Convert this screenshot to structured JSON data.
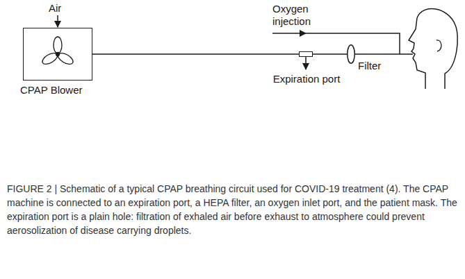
{
  "diagram": {
    "caption": "FIGURE 2 | Schematic of a typical CPAP breathing circuit used for COVID-19 treatment (4). The CPAP machine is connected to an expiration port, a HEPA filter, an oxygen inlet port, and the patient mask. The expiration port is a plain hole: filtration of exhaled air before exhaust to atmosphere could prevent aerosolization of disease carrying droplets.",
    "nodes": [
      {
        "text": [
          "CPAP Blower"
        ]
      },
      {
        "text": [
          "Expiration port"
        ]
      },
      {
        "text": [
          "Filter"
        ]
      }
    ],
    "edges": [
      {
        "from": 0,
        "to": 1,
        "arrow": "none"
      },
      {
        "from": 1,
        "to": 2,
        "arrow": "none"
      }
    ],
    "labels": [
      "Air",
      "Oxygen injection"
    ]
  }
}
